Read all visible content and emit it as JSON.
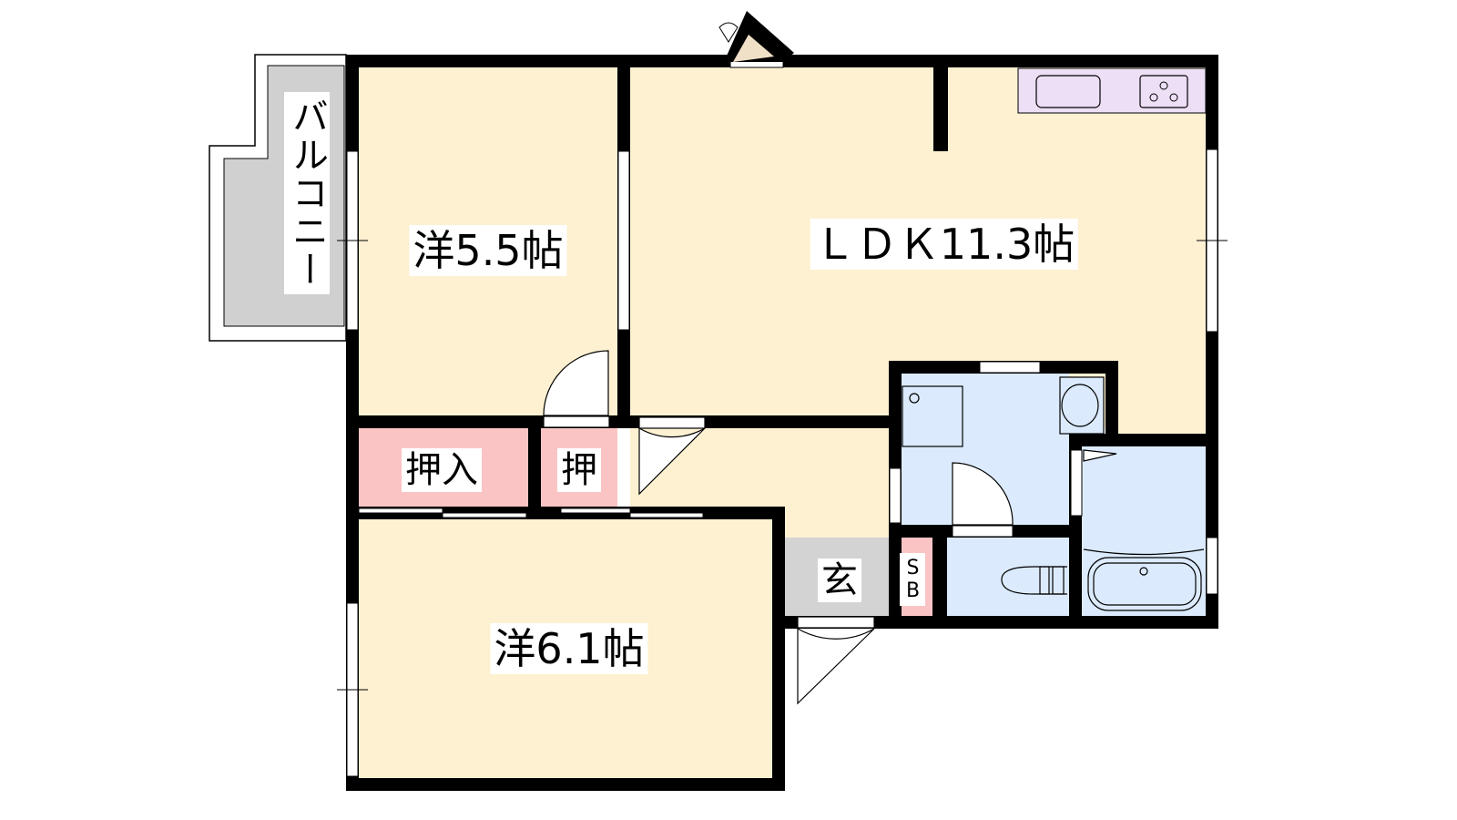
{
  "plan": {
    "rooms": {
      "western_room_1": "洋5.5帖",
      "ldk": "ＬＤＫ11.3帖",
      "closet_large": "押入",
      "closet_small": "押",
      "entrance": "玄",
      "shoe_box": "SB",
      "western_room_2": "洋6.1帖",
      "balcony": "バルコニー"
    },
    "colors": {
      "room": "#fdf1d2",
      "closet": "#fbc4c4",
      "wet_area": "#dbeafc",
      "entrance": "#d3d3d3",
      "balcony": "#d0d0d0",
      "kitchen": "#ecdff6",
      "wall": "#000000"
    }
  }
}
